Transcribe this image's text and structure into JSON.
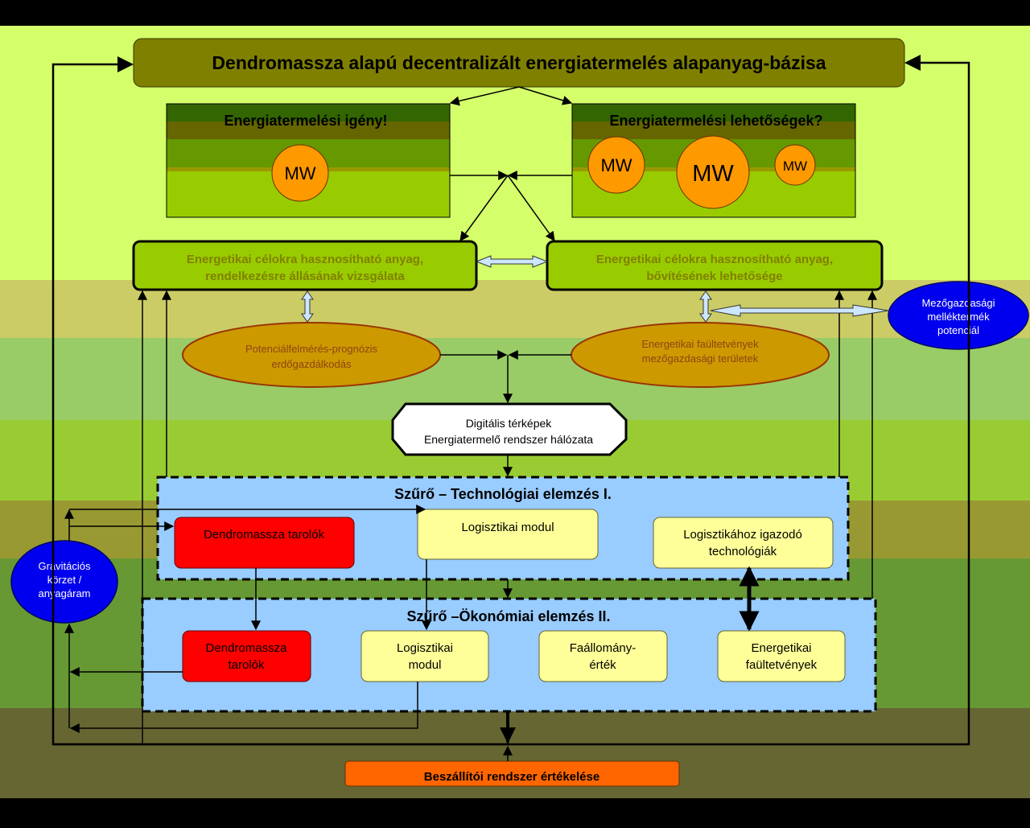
{
  "diagram": {
    "title": "Dendromassza alapú decentralizált energiatermelés alapanyag-bázisa",
    "demand_panel": {
      "title": "Energiatermelési igény!",
      "circles": [
        "MW"
      ]
    },
    "possibilities_panel": {
      "title": "Energiatermelési lehetőségek?",
      "circles": [
        "MW",
        "MW",
        "MW"
      ]
    },
    "material_availability": {
      "line1": "Energetikai célokra hasznosítható anyag,",
      "line2": "rendelkezésre állásának vizsgálata"
    },
    "material_expansion": {
      "line1": "Energetikai célokra hasznosítható anyag,",
      "line2": "bővítésének lehetősége"
    },
    "agri_byproduct": {
      "line1": "Mezőgazdasági",
      "line2": "melléktermék",
      "line3": "potenciál"
    },
    "potential_survey": {
      "line1": "Potenciálfelmérés-prognózis",
      "line2": "erdőgazdálkodás"
    },
    "energy_plantations": {
      "line1": "Energetikai faültetvények",
      "line2": "mezőgazdasági területek"
    },
    "digital_maps": {
      "line1": "Digitális térképek",
      "line2": "Energiatermelő rendszer hálózata"
    },
    "filter_tech": {
      "title": "Szűrő – Technológiai elemzés I.",
      "boxes": [
        {
          "line1": "Dendromassza tarolók",
          "line2": ""
        },
        {
          "line1": "Logisztikai modul",
          "line2": ""
        },
        {
          "line1": "Logisztikához igazodó",
          "line2": "technológiák"
        }
      ]
    },
    "filter_econ": {
      "title": "Szűrő –Ökonómiai elemzés II.",
      "boxes": [
        {
          "line1": "Dendromassza",
          "line2": "tarolók"
        },
        {
          "line1": "Logisztikai",
          "line2": "modul"
        },
        {
          "line1": "Faállomány-",
          "line2": "érték"
        },
        {
          "line1": "Energetikai",
          "line2": "faültetvények"
        }
      ]
    },
    "gravity_zone": {
      "line1": "Gravitációs",
      "line2": "körzet /",
      "line3": "anyagáram"
    },
    "supplier_eval": "Beszállítói rendszer értékelése"
  },
  "colors": {
    "band_top": "#d4ff6a",
    "band_khaki": "#cccc66",
    "band_sage": "#99cc66",
    "band_lime": "#99cc33",
    "band_olive": "#999933",
    "band_green": "#669933",
    "band_dark": "#666633",
    "title_fill": "#808000",
    "orange_circle": "#ff9900",
    "ellipse_fill": "#cc9900",
    "ellipse_text": "#8b4513",
    "blue_ellipse": "#0000ee",
    "filter_fill": "#99ccff",
    "red_box": "#ff0000",
    "yellow_box": "#ffff99",
    "orange_box": "#ff6600",
    "lime_box": "#99cc00",
    "lime_box_text": "#808000"
  }
}
